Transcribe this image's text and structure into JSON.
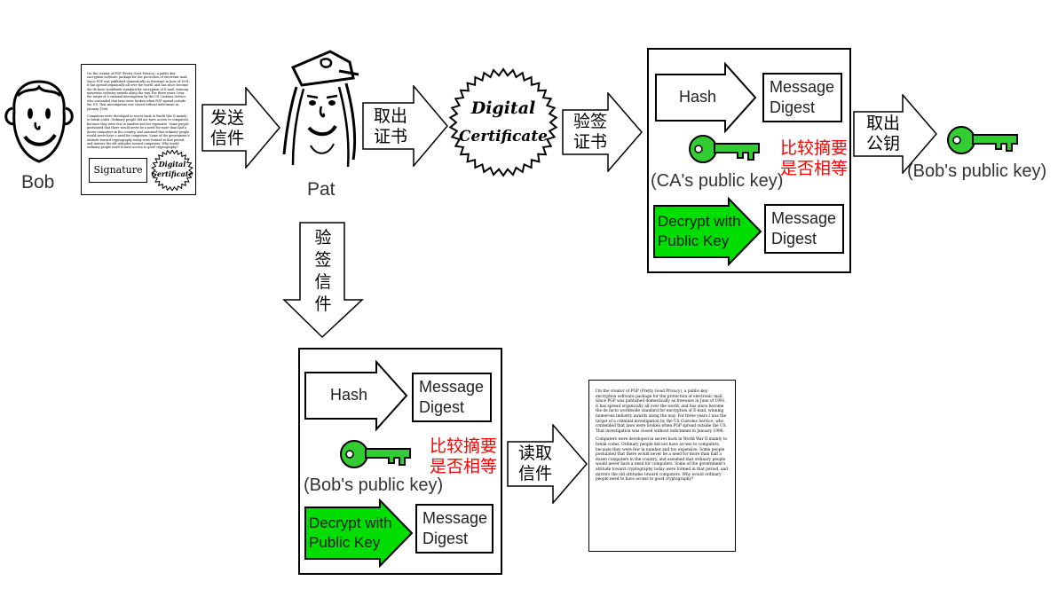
{
  "people": {
    "bob": "Bob",
    "pat": "Pat"
  },
  "arrows": {
    "send_letter": [
      "发送",
      "信件"
    ],
    "get_cert": [
      "取出",
      "证书"
    ],
    "verify_cert": [
      "验签",
      "证书"
    ],
    "get_pubkey": [
      "取出",
      "公钥"
    ],
    "verify_letter": [
      "验",
      "签",
      "信",
      "件"
    ],
    "read_letter": [
      "读取",
      "信件"
    ]
  },
  "letter": {
    "signature": "Signature",
    "stamp": [
      "Digital",
      "Certificate"
    ],
    "paragraphs": [
      "I'm the creator of PGP (Pretty Good Privacy), a public-key encryption software package for the protection of electronic mail. Since PGP was published domestically as freeware in June of 1991, it has spread organically all over the world, and has since become the de facto worldwide standard for encryption of E-mail, winning numerous industry awards along the way. For three years I was the target of a criminal investigation by the US Customs Service, who contended that laws were broken when PGP spread outside the US. That investigation was closed without indictment in January 1996.",
      "Computers were developed in secret back in World War II mainly to break codes. Ordinary people did not have access to computers, because they were few in number and too expensive. Some people postulated that there would never be a need for more than half a dozen computers in the country, and assumed that ordinary people would never have a need for computers. Some of the government's attitude toward cryptography today were formed in that period, and mirrors the old attitudes toward computers. Why would ordinary people need to have access to good cryptography?"
    ]
  },
  "certificate": [
    "Digital",
    "Certificate"
  ],
  "ca_panel": {
    "hash": "Hash",
    "message_digest": [
      "Message",
      "Digest"
    ],
    "key_label": "(CA's public key)",
    "compare": [
      "比较摘要",
      "是否相等"
    ],
    "decrypt": [
      "Decrypt with",
      "Public Key"
    ],
    "message_digest2": [
      "Message",
      "Digest"
    ]
  },
  "bob_key_label": "(Bob's public key)",
  "letter_panel": {
    "hash": "Hash",
    "message_digest": [
      "Message",
      "Digest"
    ],
    "key_label": "(Bob's public key)",
    "compare": [
      "比较摘要",
      "是否相等"
    ],
    "decrypt": [
      "Decrypt with",
      "Public Key"
    ],
    "message_digest2": [
      "Message",
      "Digest"
    ]
  },
  "colors": {
    "key_green": "#33cc33",
    "decrypt_green": "#00dd00",
    "compare_red": "#ff0000"
  },
  "icons": [
    "bob-face-icon",
    "pat-face-icon",
    "certificate-seal-icon",
    "key-icon"
  ]
}
